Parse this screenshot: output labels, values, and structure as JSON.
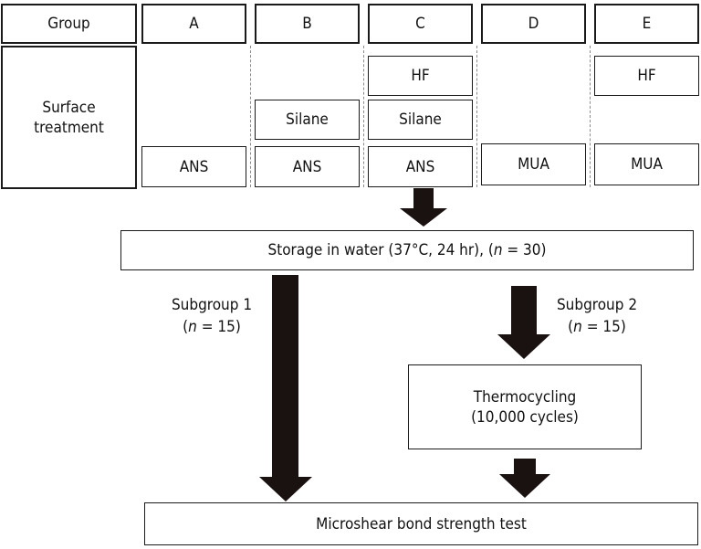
{
  "header": {
    "group_label": "Group",
    "groups": [
      "A",
      "B",
      "C",
      "D",
      "E"
    ]
  },
  "surface": {
    "label_line1": "Surface",
    "label_line2": "treatment",
    "hf": "HF",
    "silane": "Silane",
    "ans": "ANS",
    "mua": "MUA"
  },
  "storage": {
    "prefix": "Storage in water (37°C, 24 hr), (",
    "n_var": "n",
    "suffix": " = 30)"
  },
  "subgroup1": {
    "title": "Subgroup 1",
    "n_open": "(",
    "n_var": "n",
    "n_rest": " = 15)"
  },
  "subgroup2": {
    "title": "Subgroup 2",
    "n_open": "(",
    "n_var": "n",
    "n_rest": " = 15)"
  },
  "thermocycling": {
    "line1": "Thermocycling",
    "line2": "(10,000 cycles)"
  },
  "final_test": {
    "label": "Microshear bond strength test"
  },
  "colors": {
    "arrow": "#1a1111",
    "border": "#1a1a1a",
    "divider": "#8a8a8a"
  }
}
